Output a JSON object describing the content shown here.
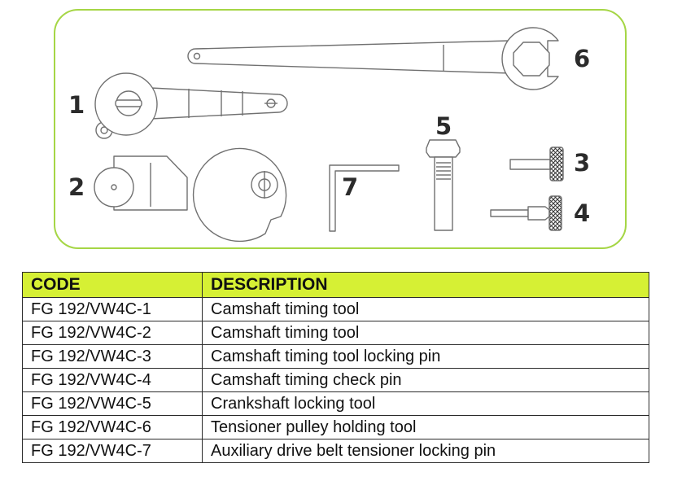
{
  "parts": {
    "labels": [
      "1",
      "2",
      "3",
      "4",
      "5",
      "6",
      "7"
    ]
  },
  "table": {
    "headers": {
      "code": "CODE",
      "description": "DESCRIPTION"
    },
    "rows": [
      {
        "code": "FG 192/VW4C-1",
        "description": "Camshaft timing tool"
      },
      {
        "code": "FG 192/VW4C-2",
        "description": "Camshaft timing tool"
      },
      {
        "code": "FG 192/VW4C-3",
        "description": "Camshaft timing tool locking pin"
      },
      {
        "code": "FG 192/VW4C-4",
        "description": "Camshaft timing check pin"
      },
      {
        "code": "FG 192/VW4C-5",
        "description": "Crankshaft locking tool"
      },
      {
        "code": "FG 192/VW4C-6",
        "description": "Tensioner pulley holding tool"
      },
      {
        "code": "FG 192/VW4C-7",
        "description": "Auxiliary drive belt tensioner locking pin"
      }
    ]
  },
  "colors": {
    "panel_border": "#a5d645",
    "header_fill": "#d6f034",
    "line": "#6b6b6b"
  }
}
